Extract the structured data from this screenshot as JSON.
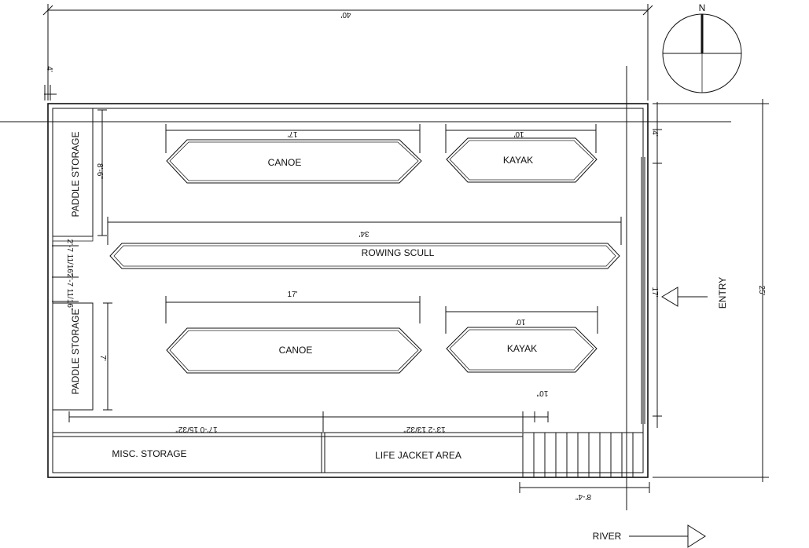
{
  "labels": {
    "paddle_storage_top": "PADDLE STORAGE",
    "paddle_storage_bottom": "PADDLE STORAGE",
    "canoe_top": "CANOE",
    "kayak_top": "KAYAK",
    "rowing_scull": "ROWING SCULL",
    "canoe_bottom": "CANOE",
    "kayak_bottom": "KAYAK",
    "misc_storage": "MISC. STORAGE",
    "life_jacket_area": "LIFE JACKET AREA",
    "entry": "ENTRY",
    "river": "RIVER",
    "north": "N"
  },
  "dimensions": {
    "overall_width": "40'",
    "overall_depth": "25'",
    "setback_small": "4'",
    "paddle_top_height": "8'-6\"",
    "aisle_1": "2'-7 11/16\"",
    "aisle_2": "2'-7 11/16\"",
    "paddle_bottom_height": "7'",
    "canoe_top_len": "17'",
    "kayak_top_len": "10'",
    "scull_len": "34'",
    "canoe_bottom_len": "17'",
    "kayak_bottom_len": "10'",
    "misc_storage_len": "17'-0 15/32\"",
    "life_jacket_len": "13'-2 13/32\"",
    "gap_small": "10\"",
    "stairs_len": "8'-4\"",
    "entry_wall_len": "17'",
    "entry_top_small": "4'"
  }
}
